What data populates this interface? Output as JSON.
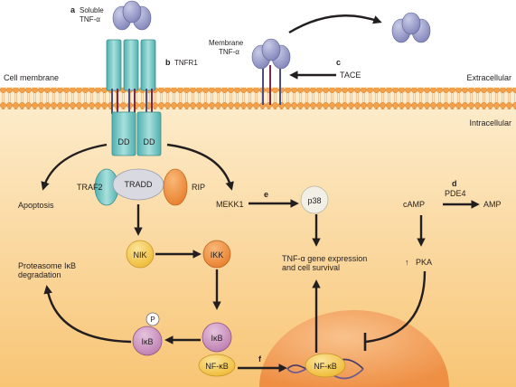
{
  "regions": {
    "extracellular": "Extracellular",
    "intracellular": "Intracellular",
    "cell_membrane": "Cell membrane"
  },
  "steps": {
    "a": "a",
    "b": "b",
    "c": "c",
    "d": "d",
    "e": "e",
    "f": "f"
  },
  "labels": {
    "soluble_tnf_line1": "Soluble",
    "soluble_tnf_line2": "TNF-α",
    "tnfr1": "TNFR1",
    "membrane_tnf_line1": "Membrane",
    "membrane_tnf_line2": "TNF-α",
    "tace": "TACE",
    "dd_left": "DD",
    "dd_right": "DD",
    "traf2": "TRAF2",
    "tradd": "TRADD",
    "rip": "RIP",
    "apoptosis": "Apoptosis",
    "mekk1": "MEKK1",
    "p38": "p38",
    "camp": "cAMP",
    "pde4": "PDE4",
    "amp": "AMP",
    "pka": "PKA",
    "pka_up_arrow": "↑",
    "proteasome_line1": "Proteasome IκB",
    "proteasome_line2": "degradation",
    "nik": "NIK",
    "ikk": "IKK",
    "gene_expression_line1": "TNF-α gene expression",
    "gene_expression_line2": "and cell survival",
    "p_phosphate": "P",
    "ikb_phospho": "IκB",
    "ikb_complex": "IκB",
    "nfkb_complex": "NF-κB",
    "nfkb_nuclear": "NF-κB"
  },
  "colors": {
    "cytoplasm_top": "#fdeed0",
    "cytoplasm_bottom": "#f8c979",
    "nucleus": "#f5a35a",
    "ligand": "#8f94c4",
    "receptor": "#6fc7c4",
    "tradd": "#d8d9e1",
    "rip": "#f39a50",
    "yellow_node": "#f6c844",
    "ikk": "#f08a34",
    "ikb": "#c98bbd",
    "p38": "#f1efe6"
  }
}
